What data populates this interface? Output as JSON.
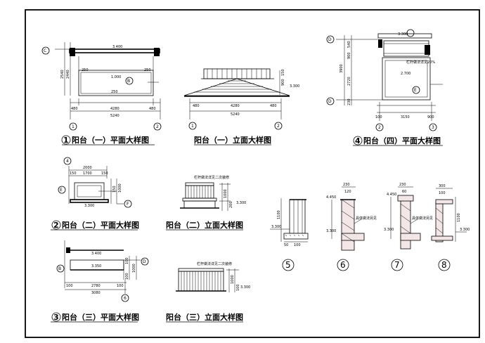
{
  "titles": {
    "t1": "阳台（一）平面大样图",
    "t2": "阳台（一）立面大样图",
    "t3": "阳台（四）平面大样图",
    "t4": "阳台（二）平面大样图",
    "t5": "阳台（二）立面大样图",
    "t6": "阳台（三）平面大样图",
    "t7": "阳台（三）立面大样图"
  },
  "nums": {
    "n1": "1",
    "n2": "2",
    "n3": "3",
    "n4": "4",
    "n5": "5",
    "n6": "6",
    "n7": "7",
    "n8": "8"
  },
  "plan1": {
    "axis_c": "C",
    "axis_1": "1",
    "axis_2": "2",
    "axis_b": "B",
    "elev_top": "3.400",
    "elev_mid": "1.000",
    "dim_left1": "2540",
    "dim_left2": "2440",
    "dim_a": "480",
    "dim_b": "4280",
    "dim_c": "480",
    "dim_total": "5240",
    "tag_small1": "250",
    "tag_small2": "250",
    "tag_small3": "250"
  },
  "elev1": {
    "axis_1": "1",
    "axis_2": "2",
    "elev_r": "3.300",
    "dim_r1": "900",
    "dim_r2": "150",
    "dim_a": "480",
    "dim_b": "4280",
    "dim_c": "480",
    "dim_total": "5240"
  },
  "plan4": {
    "axis_d_top": "D",
    "axis_d_bot": "D",
    "axis_e": "E",
    "axis_2": "2",
    "axis_3": "3",
    "tag_top": "3.300",
    "note": "栏杆做法详见20%",
    "elev_mid": "2.700",
    "dim_l1": "540",
    "dim_l2": "900",
    "dim_l3": "2720",
    "dim_l4": "3900",
    "dim_l5": "230",
    "dim_bot_a": "100",
    "dim_bot_b": "3150",
    "dim_bot_c": "900"
  },
  "plan2": {
    "axis_4": "4",
    "axis_e": "E",
    "axis_f": "F",
    "dim_top_total": "2000",
    "dim_top_a": "150",
    "dim_top_b": "1700",
    "dim_top_c": "150",
    "dim_r1": "150",
    "dim_r2": "1000",
    "elev": "3.300"
  },
  "elev2": {
    "note": "栏杆做法详见二次装修",
    "dim_r1": "1000",
    "dim_r2": "200",
    "elev": "3.300"
  },
  "plan3": {
    "axis_b": "B",
    "axis_d": "D",
    "axis_6": "6",
    "elev_top": "3.400",
    "elev_mid": "3.350",
    "dim_r1": "100",
    "dim_r2": "1000",
    "dim_r3": "100",
    "dim_b1": "100",
    "dim_b2": "2780",
    "dim_b3": "100",
    "dim_b_total": "3080"
  },
  "elev3": {
    "note": "栏杆做法详见二次装修",
    "dim_r1": "1000",
    "dim_r2": "100",
    "elev": "3.300"
  },
  "d5": {
    "elev": "3.300",
    "dim1": "1100",
    "dim2": "50",
    "dim3": "100"
  },
  "d6": {
    "elev_top": "4.450",
    "elev_bot": "3.300",
    "note": "具体做法另见",
    "dim1": "230",
    "dim2": "120"
  },
  "d7": {
    "elev_top": "4.450",
    "elev_bot": "3.300",
    "note": "具体做法另见",
    "dim1": "230",
    "dim2": "60"
  },
  "d8": {
    "elev": "3.300",
    "dim1": "300",
    "dim2": "100",
    "dim3": "1100"
  }
}
